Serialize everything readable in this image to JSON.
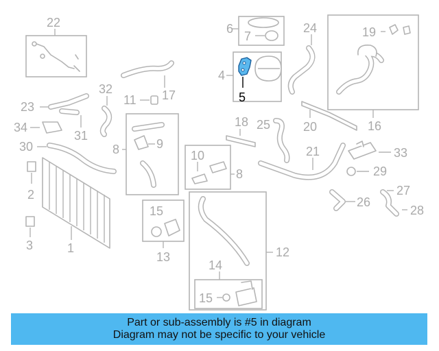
{
  "banner": {
    "line1": "Part or sub-assembly is #5 in diagram",
    "line2": "Diagram may not be specific to your vehicle"
  },
  "callouts": {
    "c1": "1",
    "c2": "2",
    "c3": "3",
    "c4": "4",
    "c5": "5",
    "c6": "6",
    "c7": "7",
    "c8a": "8",
    "c8b": "8",
    "c9": "9",
    "c10": "10",
    "c11": "11",
    "c12": "12",
    "c13": "13",
    "c14": "14",
    "c15a": "15",
    "c15b": "15",
    "c16": "16",
    "c17": "17",
    "c18": "18",
    "c19": "19",
    "c20": "20",
    "c21": "21",
    "c22": "22",
    "c23": "23",
    "c24": "24",
    "c25": "25",
    "c26": "26",
    "c27": "27",
    "c28": "28",
    "c29": "29",
    "c30": "30",
    "c31": "31",
    "c32": "32",
    "c33": "33",
    "c34": "34"
  },
  "highlight": {
    "part_number": "5",
    "color": "#5ab8ee"
  }
}
